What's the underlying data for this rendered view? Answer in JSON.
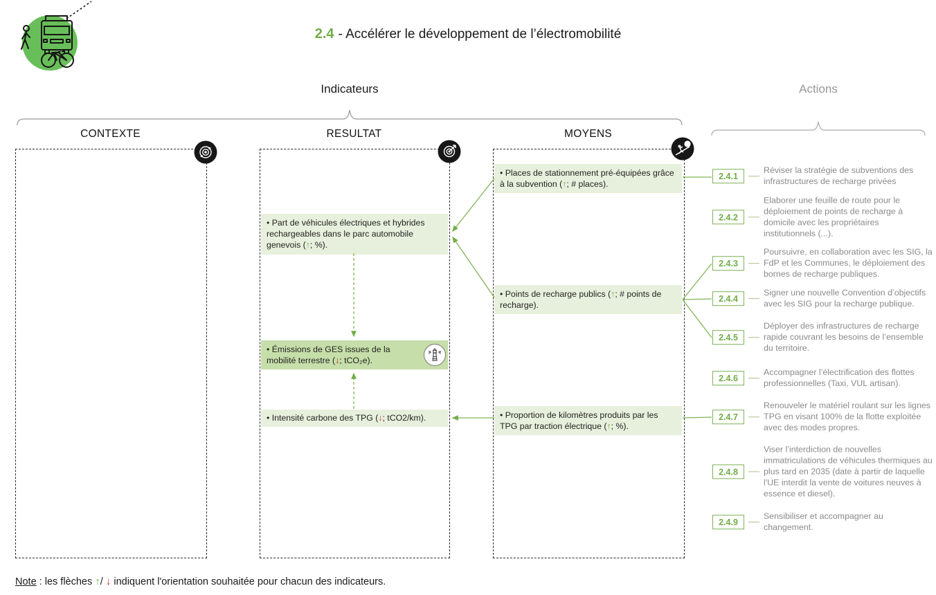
{
  "title": {
    "number": "2.4",
    "text": "- Accélérer le développement de l’électromobilité"
  },
  "headers": {
    "indicateurs": "Indicateurs",
    "actions": "Actions"
  },
  "columns": {
    "contexte": {
      "title": "CONTEXTE"
    },
    "resultat": {
      "title": "RESULTAT",
      "boxes": [
        {
          "pre": "• Part de véhicules électriques et hybrides rechargeables dans le parc automobile genevois (",
          "arrow": "↑",
          "post": "; %)."
        },
        {
          "pre": "• Émissions de GES issues de la mobilité terrestre (",
          "arrow": "↓",
          "post": "; tCO₂e)."
        },
        {
          "pre": "• Intensité carbone des TPG (",
          "arrow": "↓",
          "post": "; tCO2/km)."
        }
      ]
    },
    "moyens": {
      "title": "MOYENS",
      "boxes": [
        {
          "pre": "• Places de stationnement pré-équipées grâce à la subvention (",
          "arrow": "↑",
          "post": "; # places)."
        },
        {
          "pre": "• Points de recharge publics (",
          "arrow": "↑",
          "post": "; # points de recharge)."
        },
        {
          "pre": "• Proportion de kilomètres produits par les TPG par traction électrique (",
          "arrow": "↑",
          "post": "; %)."
        }
      ]
    }
  },
  "actions": {
    "items": [
      {
        "id": "2.4.1",
        "text": "Réviser la stratégie de subventions des infrastructures de recharge privées"
      },
      {
        "id": "2.4.2",
        "text": "Elaborer une feuille de route pour le déploiement de points de recharge à domicile avec les propriétaires institutionnels (...)."
      },
      {
        "id": "2.4.3",
        "text": "Poursuivre, en collaboration avec les SIG, la FdP et les Communes, le déploiement des bornes de recharge publiques."
      },
      {
        "id": "2.4.4",
        "text": "Signer une nouvelle Convention d’objectifs avec les SIG pour la recharge publique."
      },
      {
        "id": "2.4.5",
        "text": "Déployer des infrastructures de recharge rapide couvrant les besoins de l’ensemble du territoire."
      },
      {
        "id": "2.4.6",
        "text": "Accompagner l’électrification des flottes professionnelles (Taxi, VUL artisan)."
      },
      {
        "id": "2.4.7",
        "text": "Renouveler le matériel roulant sur les lignes TPG en visant 100% de la flotte exploitée avec des modes propres."
      },
      {
        "id": "2.4.8",
        "text": "Viser l’interdiction de nouvelles immatriculations de véhicules thermiques au plus tard en 2035 (date à partir de laquelle l'UE interdit la vente de voitures neuves à essence et diesel)."
      },
      {
        "id": "2.4.9",
        "text": "Sensibiliser et accompagner au changement."
      }
    ]
  },
  "note": {
    "label": "Note",
    "mid": " : les flèches ",
    "up": "↑",
    "slash": "/ ",
    "down": "↓",
    "rest": " indiquent l'orientation souhaitée pour chacun des indicateurs."
  },
  "colors": {
    "accent_green": "#70ad47",
    "box_light": "#e7f0dc",
    "box_dark": "#c6dea9",
    "arrow_down_red": "#d11f1f",
    "gray_text": "#8a8a8a",
    "logo_green": "#68be59"
  }
}
